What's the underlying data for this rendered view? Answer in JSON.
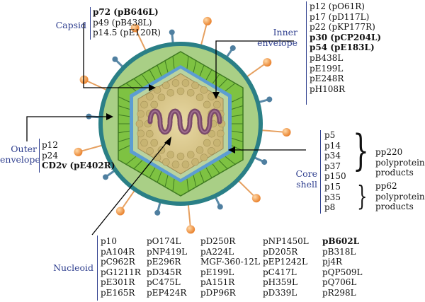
{
  "labels": {
    "capsid": "Capsid",
    "inner_envelope": "Inner envelope",
    "outer_envelope": "Outer envelope",
    "core_shell": "Core shell",
    "nucleoid": "Nucleoid"
  },
  "capsid_proteins": [
    "p72 (pB646L)",
    "p49 (pB438L)",
    "p14.5 (pE120R)"
  ],
  "inner_envelope_proteins": [
    "p12 (pO61R)",
    "p17 (pD117L)",
    "p22 (pKP177R)",
    "p30 (pCP204L)",
    "p54 (pE183L)",
    "pB438L",
    "pE199L",
    "pE248R",
    "pH108R"
  ],
  "outer_envelope_proteins": [
    "p12",
    "p24",
    "CD2v (pE402R)"
  ],
  "core_shell_proteins": [
    "p5",
    "p14",
    "p34",
    "p37",
    "p150",
    "p15",
    "p35",
    "p8"
  ],
  "core_shell_groups": {
    "pp220": [
      "pp220",
      "polyprotein",
      "products"
    ],
    "pp62": [
      "pp62",
      "polyprotein",
      "products"
    ]
  },
  "nucleoid_proteins": [
    [
      "p10",
      "pA104R",
      "pC962R",
      "pG1211R",
      "pE301R",
      "pE165R"
    ],
    [
      "pO174L",
      "pNP419L",
      "pE296R",
      "pD345R",
      "pC475L",
      "pEP424R"
    ],
    [
      "pD250R",
      "pA224L",
      "MGF-360-12L",
      "pE199L",
      "pA151R",
      "pDP96R"
    ],
    [
      "pNP1450L",
      "pD205R",
      "pEP1242L",
      "pC417L",
      "pH359L",
      "pD339L"
    ],
    [
      "pB602L",
      "pB318L",
      "pj4R",
      "pQP509L",
      "pQ706L",
      "pR298L"
    ]
  ],
  "bold_items": [
    "p72 (pB646L)",
    "p30 (pCP204L)",
    "p54 (pE183L)",
    "CD2v (pE402R)",
    "pB602L"
  ],
  "colors": {
    "label_blue": "#2f3f8f",
    "outer_teal": "#2a7f86",
    "capsid_green": "#7ec242",
    "inner_green": "#b8d88a",
    "core_tan": "#d9c588",
    "dna_purple": "#7a4a6a",
    "spike_orange": "#f29a4a"
  }
}
